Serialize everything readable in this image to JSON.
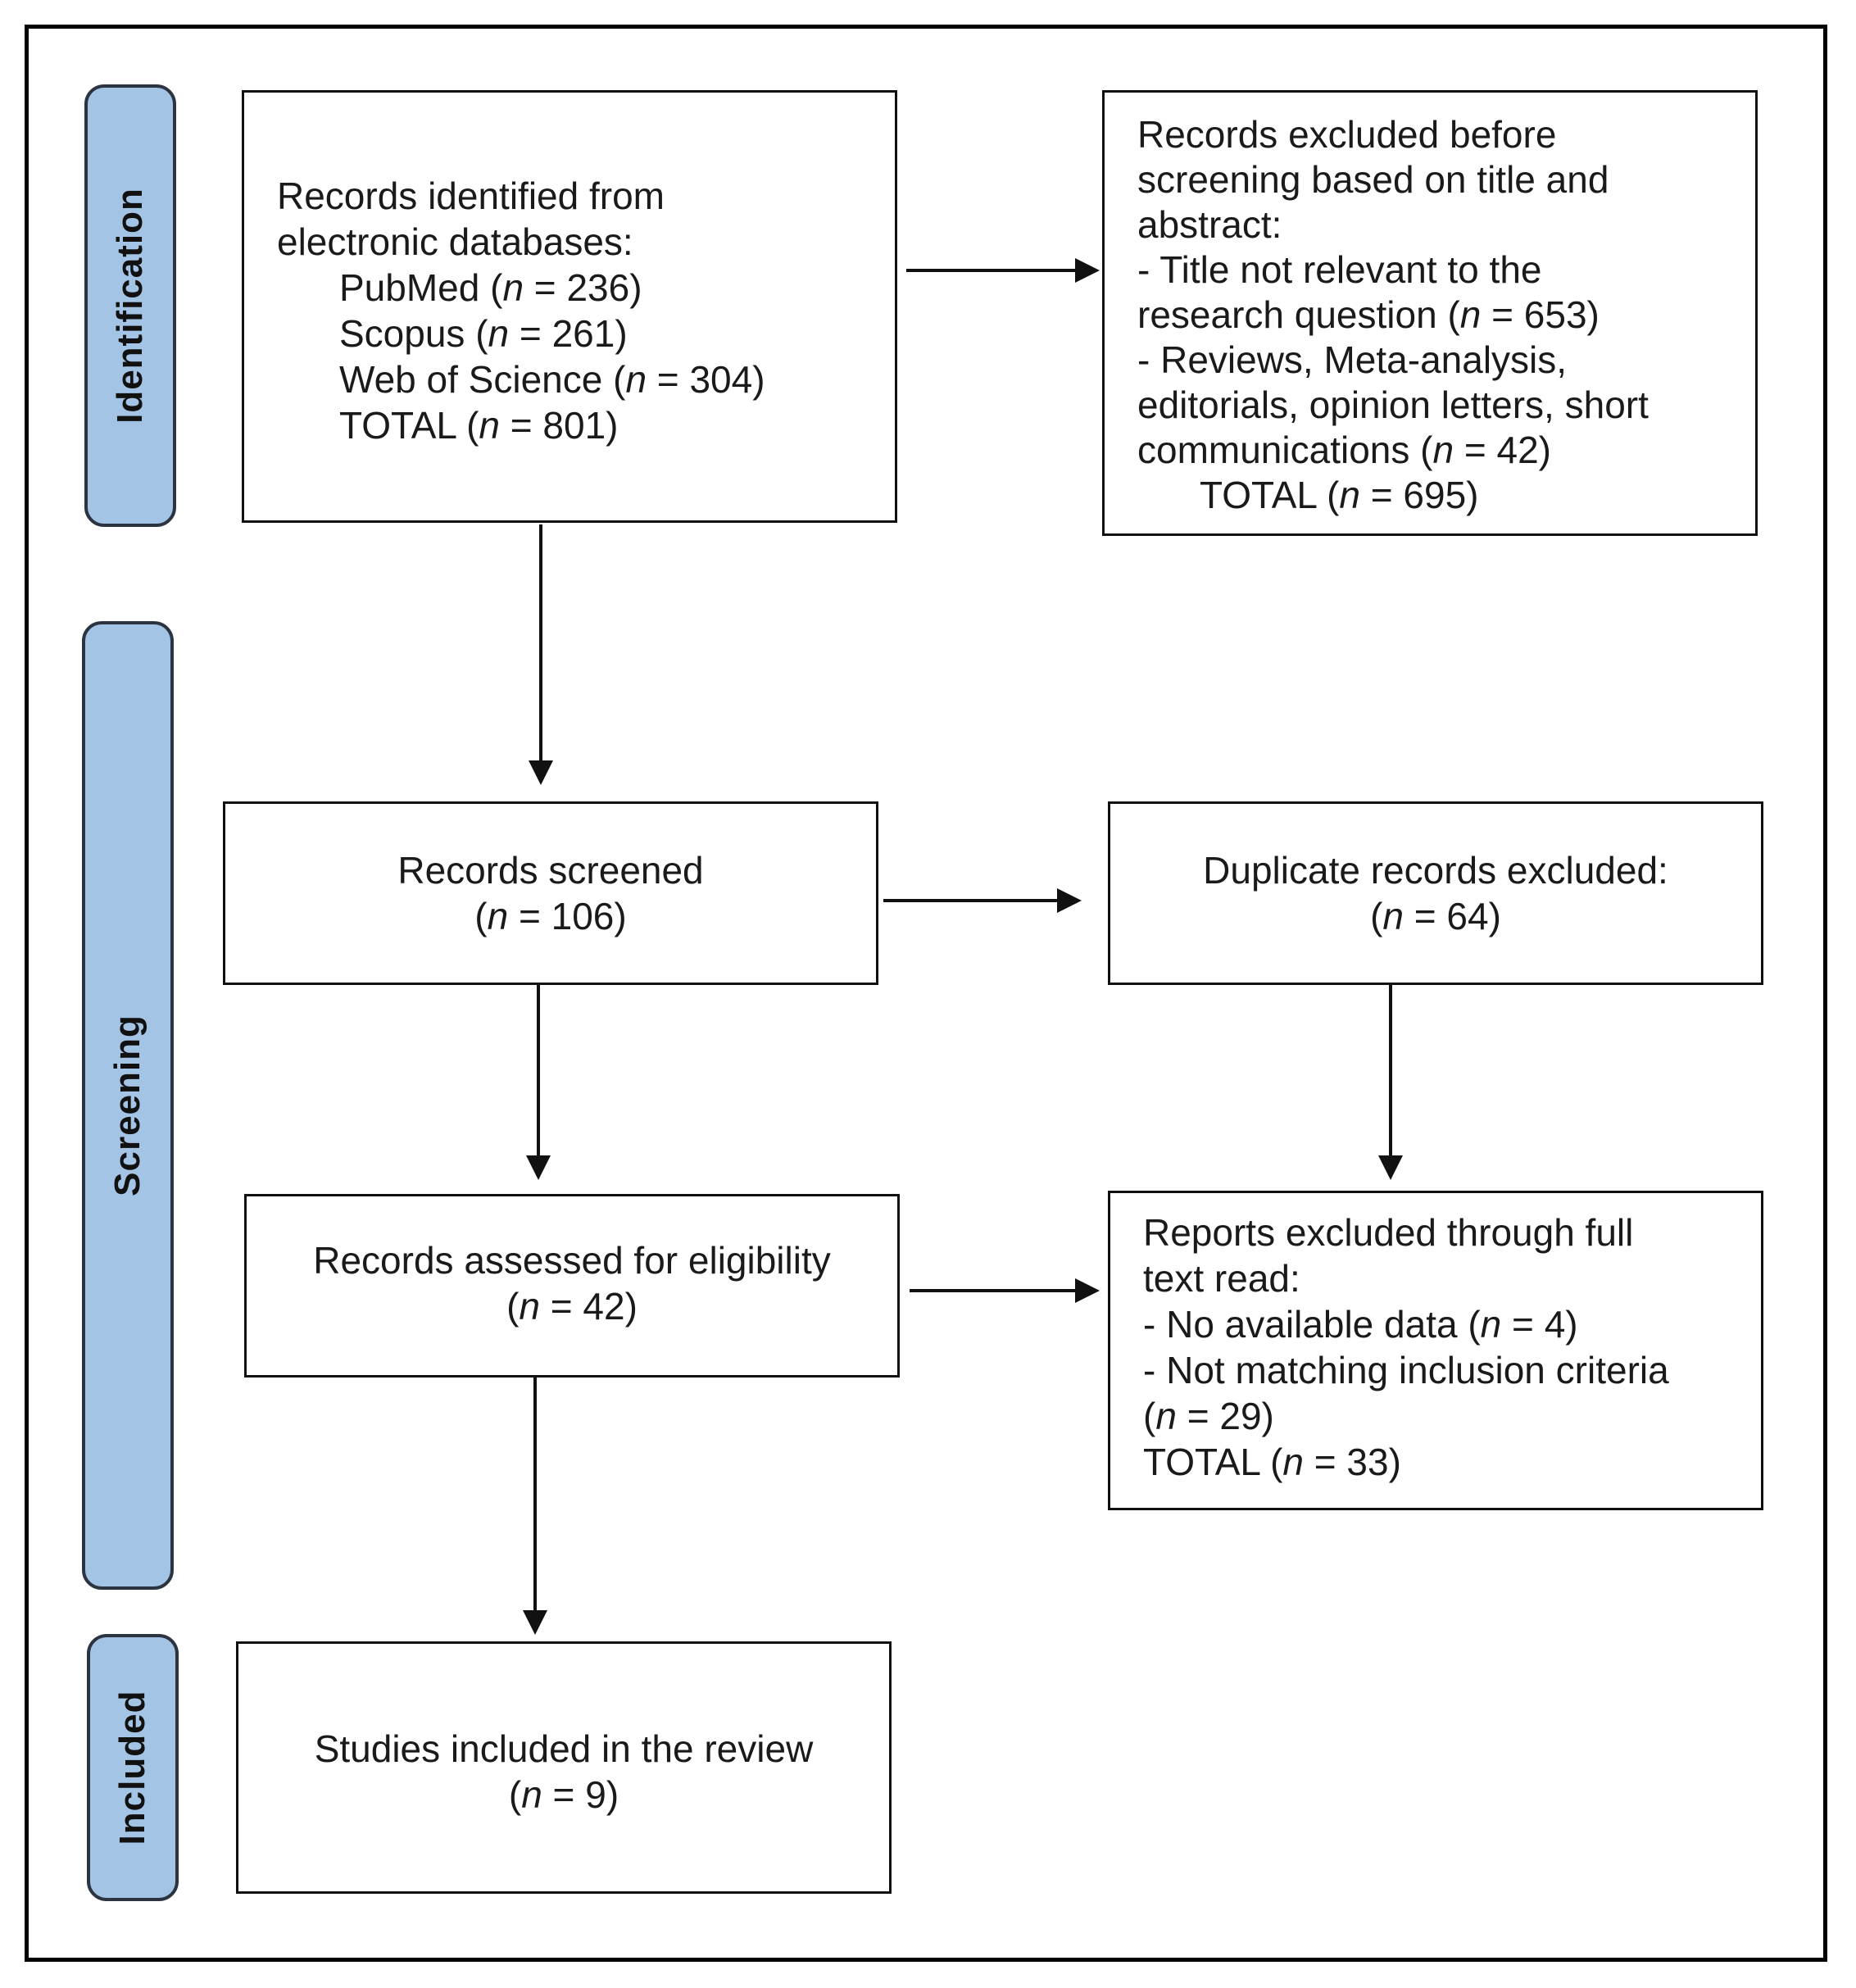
{
  "phases": {
    "identification": "Identification",
    "screening": "Screening",
    "included": "Included"
  },
  "boxes": {
    "identified": {
      "heading1": "Records identified from",
      "heading2": "electronic databases:",
      "pubmed_label": "PubMed (",
      "pubmed_n": "236",
      "scopus_label": "Scopus (",
      "scopus_n": "261",
      "wos_label": "Web of Science (",
      "wos_n": "304",
      "total_label": "TOTAL (",
      "total_n": "801"
    },
    "excluded_before": {
      "line1": "Records excluded before",
      "line2": "screening based on title and",
      "line3": "abstract:",
      "line4": "- Title not relevant to the",
      "line5_prefix": "research question (",
      "line5_n": "653",
      "line6": "- Reviews, Meta-analysis,",
      "line7": "editorials, opinion letters, short",
      "line8_prefix": "communications (",
      "line8_n": "42",
      "total_label": "TOTAL (",
      "total_n": "695"
    },
    "screened": {
      "title": "Records screened",
      "n": "106"
    },
    "duplicates": {
      "title": "Duplicate records excluded:",
      "n": "64"
    },
    "eligibility": {
      "title": "Records assessed for eligibility",
      "n": "42"
    },
    "reports_excluded": {
      "line1": "Reports excluded through full",
      "line2": "text read:",
      "line3_prefix": "- No available data (",
      "line3_n": "4",
      "line4": "- Not matching inclusion criteria",
      "line5_n": "29",
      "total_label": "TOTAL (",
      "total_n": "33"
    },
    "included": {
      "title": "Studies included in the review",
      "n": "9"
    }
  },
  "n_symbol": "n",
  "equals": " = ",
  "close": ")",
  "open": "("
}
